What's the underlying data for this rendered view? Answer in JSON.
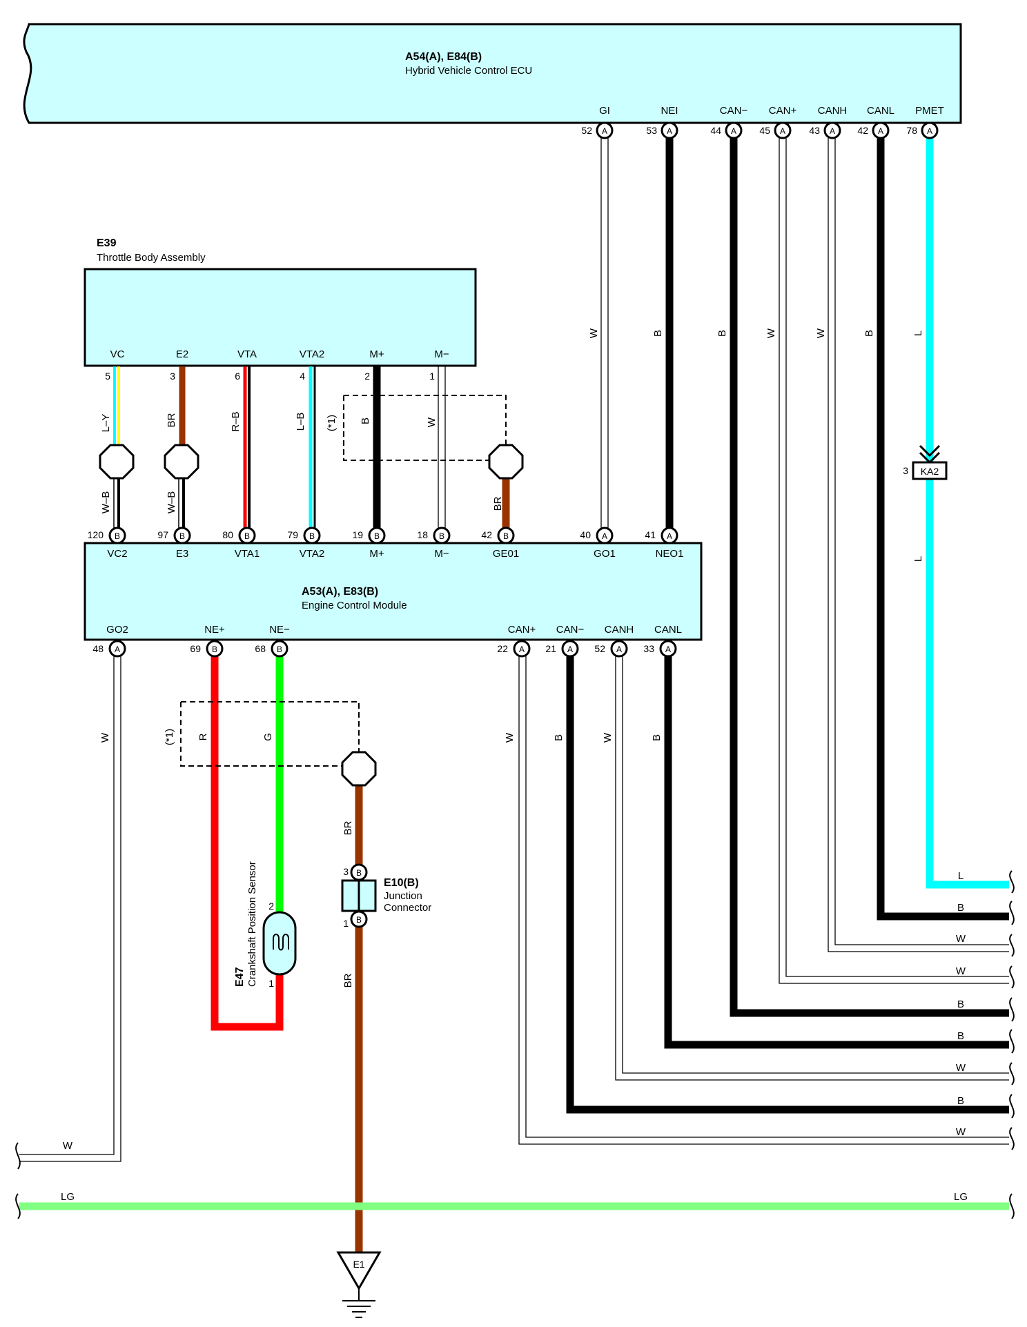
{
  "hv_ecu": {
    "code": "A54(A), E84(B)",
    "name": "Hybrid Vehicle Control ECU",
    "pins": [
      {
        "label": "GI",
        "num": "52",
        "conn": "A",
        "color": "W"
      },
      {
        "label": "NEI",
        "num": "53",
        "conn": "A",
        "color": "B"
      },
      {
        "label": "CAN−",
        "num": "44",
        "conn": "A",
        "color": "B"
      },
      {
        "label": "CAN+",
        "num": "45",
        "conn": "A",
        "color": "W"
      },
      {
        "label": "CANH",
        "num": "43",
        "conn": "A",
        "color": "W"
      },
      {
        "label": "CANL",
        "num": "42",
        "conn": "A",
        "color": "B"
      },
      {
        "label": "PMET",
        "num": "78",
        "conn": "A",
        "color": "L"
      }
    ]
  },
  "throttle": {
    "code": "E39",
    "name": "Throttle Body Assembly",
    "pins": [
      {
        "label": "VC",
        "num": "5",
        "color": "L–Y"
      },
      {
        "label": "E2",
        "num": "3",
        "color": "BR"
      },
      {
        "label": "VTA",
        "num": "6",
        "color": "R–B"
      },
      {
        "label": "VTA2",
        "num": "4",
        "color": "L–B"
      },
      {
        "label": "M+",
        "num": "2",
        "color": "B"
      },
      {
        "label": "M−",
        "num": "1",
        "color": "W"
      }
    ],
    "shield_note": "(*1)"
  },
  "ecm": {
    "code": "A53(A), E83(B)",
    "name": "Engine Control Module",
    "top_pins": [
      {
        "label": "VC2",
        "num": "120",
        "conn": "B",
        "color": "W–B"
      },
      {
        "label": "E3",
        "num": "97",
        "conn": "B",
        "color": "W–B"
      },
      {
        "label": "VTA1",
        "num": "80",
        "conn": "B"
      },
      {
        "label": "VTA2",
        "num": "79",
        "conn": "B"
      },
      {
        "label": "M+",
        "num": "19",
        "conn": "B"
      },
      {
        "label": "M−",
        "num": "18",
        "conn": "B"
      },
      {
        "label": "GE01",
        "num": "42",
        "conn": "B",
        "color": "BR"
      },
      {
        "label": "GO1",
        "num": "40",
        "conn": "A"
      },
      {
        "label": "NEO1",
        "num": "41",
        "conn": "A"
      }
    ],
    "bottom_pins": [
      {
        "label": "GO2",
        "num": "48",
        "conn": "A",
        "color": "W"
      },
      {
        "label": "NE+",
        "num": "69",
        "conn": "B",
        "color": "R"
      },
      {
        "label": "NE−",
        "num": "68",
        "conn": "B",
        "color": "G"
      },
      {
        "label": "CAN+",
        "num": "22",
        "conn": "A",
        "color": "W"
      },
      {
        "label": "CAN−",
        "num": "21",
        "conn": "A",
        "color": "B"
      },
      {
        "label": "CANH",
        "num": "52",
        "conn": "A",
        "color": "W"
      },
      {
        "label": "CANL",
        "num": "33",
        "conn": "A",
        "color": "B"
      }
    ],
    "shield_note": "(*1)"
  },
  "pmet_connector": {
    "code": "KA2",
    "pin": "3",
    "color_below": "L"
  },
  "crank_sensor": {
    "code": "E47",
    "name": "Crankshaft Position Sensor",
    "pin_top": "2",
    "pin_bottom": "1"
  },
  "junction": {
    "code": "E10(B)",
    "name_line1": "Junction",
    "name_line2": "Connector",
    "pin_top": "3",
    "pin_bottom": "1",
    "conn": "B",
    "color_above": "BR",
    "color_below": "BR"
  },
  "ground": {
    "code": "E1"
  },
  "right_bus": {
    "labels": [
      "L",
      "B",
      "W",
      "W",
      "B",
      "B",
      "W",
      "B",
      "W"
    ]
  },
  "go2_bus": {
    "label": "W"
  },
  "lg_bus": {
    "left_label": "LG",
    "right_label": "LG"
  },
  "colors": {
    "box_fill": "#ccffff",
    "cyan_wire": "#00ffff",
    "brown_wire": "#993300",
    "red_wire": "#ff0000",
    "green_wire": "#00ff00",
    "light_green_wire": "#80ff80",
    "yellow_stripe": "#ffff00"
  }
}
